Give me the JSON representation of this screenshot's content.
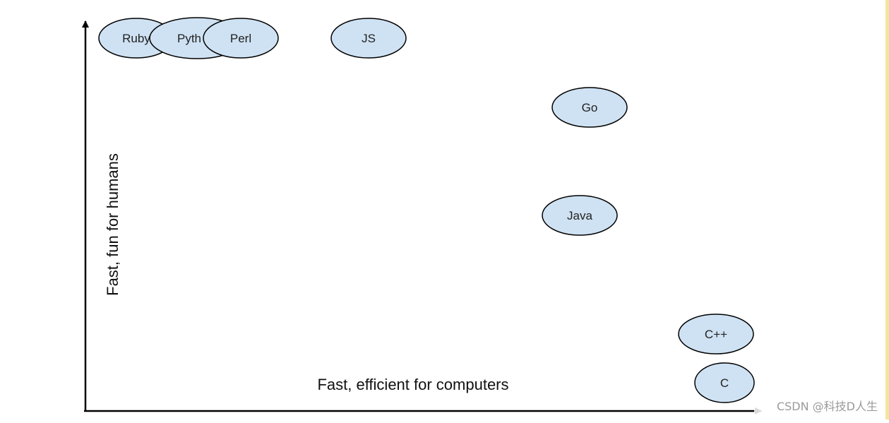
{
  "diagram": {
    "y_axis_label": "Fast, fun for humans",
    "x_axis_label": "Fast, efficient for computers",
    "languages": [
      {
        "id": "ruby",
        "label": "Ruby"
      },
      {
        "id": "python",
        "label": "Pyth"
      },
      {
        "id": "perl",
        "label": "Perl"
      },
      {
        "id": "js",
        "label": "JS"
      },
      {
        "id": "go",
        "label": "Go"
      },
      {
        "id": "java",
        "label": "Java"
      },
      {
        "id": "cpp",
        "label": "C++"
      },
      {
        "id": "c",
        "label": "C"
      }
    ],
    "colors": {
      "bubble_fill": "#cfe2f3",
      "bubble_stroke": "#000000",
      "axis": "#000000"
    }
  },
  "watermark": "CSDN @科技D人生"
}
